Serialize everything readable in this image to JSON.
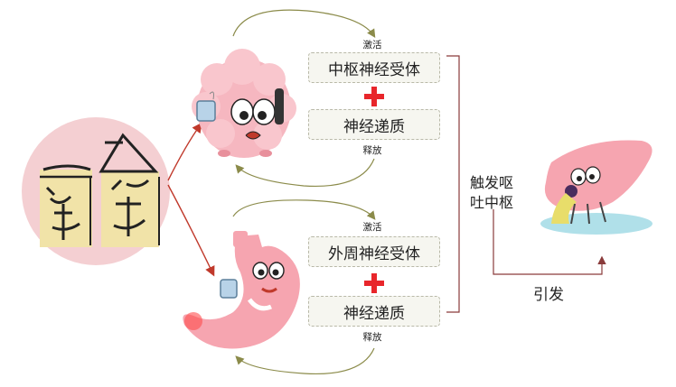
{
  "central": {
    "receptor_label": "中枢神经受体",
    "transmitter_label": "神经递质",
    "activate_label": "激活",
    "release_label": "释放"
  },
  "peripheral": {
    "receptor_label": "外周神经受体",
    "transmitter_label": "神经递质",
    "activate_label": "激活",
    "release_label": "释放"
  },
  "center_trigger": {
    "line1": "触发呕",
    "line2": "吐中枢"
  },
  "induce_label": "引发",
  "colors": {
    "plus": "#e8262b",
    "arrow_red": "#c0392b",
    "arrow_olive": "#8b8b4a",
    "circle_bg": "#f4cfd2"
  }
}
